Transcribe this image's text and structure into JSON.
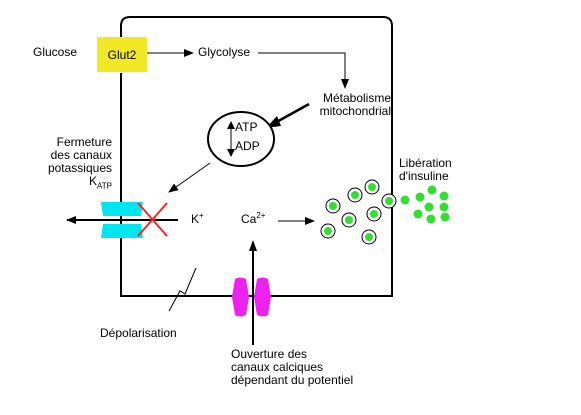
{
  "labels": {
    "glucose": "Glucose",
    "glut2": "Glut2",
    "glycolyse": "Glycolyse",
    "metabolisme_line1": "Métabolisme",
    "metabolisme_line2": "mitochondrial",
    "atp": "ATP",
    "adp": "ADP",
    "fermeture_line1": "Fermeture",
    "fermeture_line2": "des canaux",
    "fermeture_line3": "potassiques",
    "katp_base": "K",
    "katp_sub": "ATP",
    "k_base": "K",
    "k_sup": "+",
    "ca_base": "Ca",
    "ca_sup": "2+",
    "liberation_line1": "Libération",
    "liberation_line2": "d'insuline",
    "depolarisation": "Dépolarisation",
    "ouverture_line1": "Ouverture des",
    "ouverture_line2": "canaux calciques",
    "ouverture_line3": "dépendant du potentiel"
  },
  "colors": {
    "glut2": "#f2e926",
    "k_channel": "#00e5ee",
    "ca_channel": "#ee22ee",
    "cross": "#ff2020",
    "granule": "#33dd33"
  }
}
